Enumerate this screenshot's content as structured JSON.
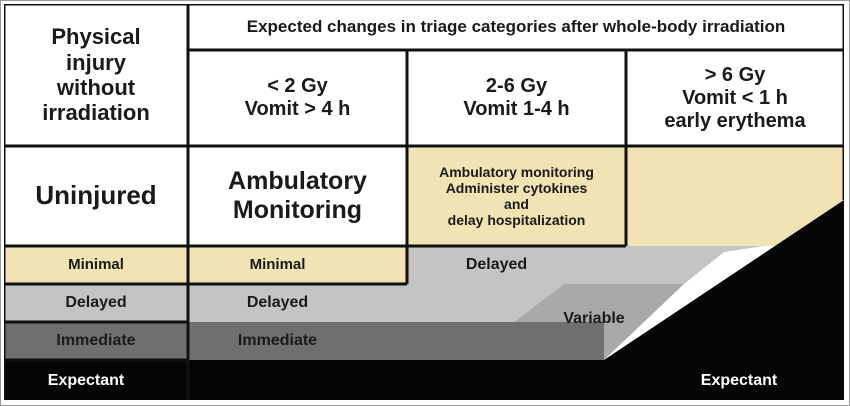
{
  "corner_header": "Physical\ninjury\nwithout\nirradiation",
  "top_header": "Expected changes in triage categories after whole-body irradiation",
  "dose_columns": [
    {
      "label": "< 2 Gy\nVomit > 4 h"
    },
    {
      "label": "2-6 Gy\nVomit 1-4 h"
    },
    {
      "label": "> 6 Gy\nVomit < 1 h\nearly erythema"
    }
  ],
  "uninjured_row": {
    "label": "Uninjured",
    "low_dose": "Ambulatory\nMonitoring",
    "mid_dose": "Ambulatory monitoring\nAdminister cytokines\nand\ndelay hospitalization"
  },
  "triage": {
    "minimal": "Minimal",
    "minimal_low_dose": "Minimal",
    "delayed": "Delayed",
    "delayed_low_dose": "Delayed",
    "delayed_upper": "Delayed",
    "variable": "Variable",
    "immediate": "Immediate",
    "immediate_low_dose": "Immediate",
    "expectant_left": "Expectant",
    "expectant_right": "Expectant"
  },
  "colors": {
    "cream": "#f1e3b3",
    "light_gray": "#c4c4c4",
    "mid_gray": "#a9a9a9",
    "dark_gray": "#6f6f6f",
    "black": "#050505",
    "white": "#ffffff"
  }
}
